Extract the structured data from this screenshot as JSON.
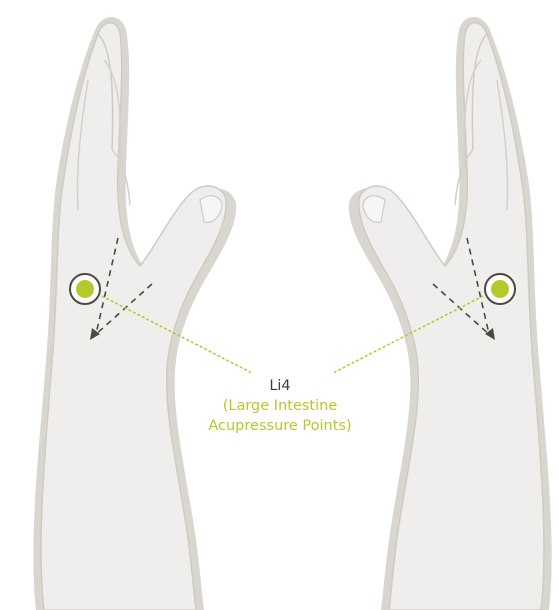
{
  "point": {
    "code": "Li4",
    "description_line1": "(Large Intestine",
    "description_line2": "Acupressure Points)"
  },
  "colors": {
    "hand_fill": "#efeeec",
    "hand_shadow": "#d4d1cb",
    "hand_outline": "#c9c5bd",
    "accent_green": "#b5c92e",
    "marker_ring": "#4a4a3e",
    "arrow_dashed": "#4a4a3e",
    "text_dark": "#3d3d35"
  },
  "icons": {
    "left_point": "acupressure-point-icon",
    "right_point": "acupressure-point-icon"
  }
}
